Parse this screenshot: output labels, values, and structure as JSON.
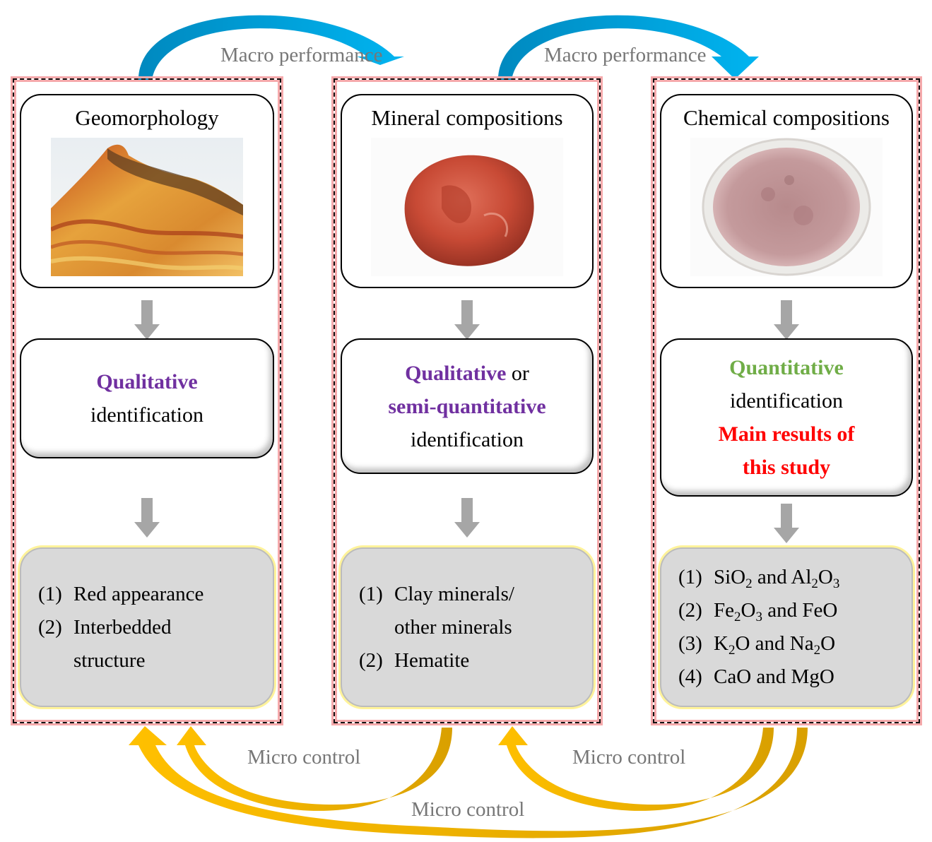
{
  "arrows": {
    "macro_label_1": "Macro performance",
    "macro_label_2": "Macro performance",
    "micro_label_1": "Micro control",
    "micro_label_2": "Micro control",
    "micro_label_3": "Micro control",
    "macro_color": "#00a9e6",
    "micro_color": "#ffc000"
  },
  "columns": [
    {
      "title": "Geomorphology",
      "image": "red-layered-mountain-photo",
      "identification": {
        "line1_highlight": "Qualitative",
        "line1_rest": "",
        "line2_highlight": "",
        "line3": "identification"
      },
      "results": [
        {
          "num": "(1)",
          "text": "Red appearance"
        },
        {
          "num": "(2)",
          "text": "Interbedded"
        },
        {
          "num": "",
          "text": "structure"
        }
      ]
    },
    {
      "title": "Mineral compositions",
      "image": "red-rock-sample-photo",
      "identification": {
        "line1_highlight": "Qualitative",
        "line1_rest": " or",
        "line2_highlight": "semi-quantitative",
        "line3": "identification"
      },
      "results": [
        {
          "num": "(1)",
          "text": "Clay minerals/"
        },
        {
          "num": "",
          "text": "other minerals"
        },
        {
          "num": "(2)",
          "text": " Hematite"
        }
      ]
    },
    {
      "title": "Chemical compositions",
      "image": "powder-in-petri-dish-photo",
      "identification": {
        "line1_highlight": "Quantitative",
        "line2": "identification",
        "line3_red": "Main results of",
        "line4_red": "this study"
      },
      "results": [
        {
          "num": "(1)",
          "parts": [
            "SiO",
            "2",
            " and Al",
            "2",
            "O",
            "3",
            ""
          ]
        },
        {
          "num": "(2)",
          "parts": [
            " Fe",
            "2",
            "O",
            "3",
            " and FeO"
          ]
        },
        {
          "num": "(3)",
          "parts": [
            " K",
            "2",
            "O and Na",
            "2",
            "O"
          ]
        },
        {
          "num": "(4)",
          "parts": [
            " CaO and MgO"
          ]
        }
      ]
    }
  ]
}
